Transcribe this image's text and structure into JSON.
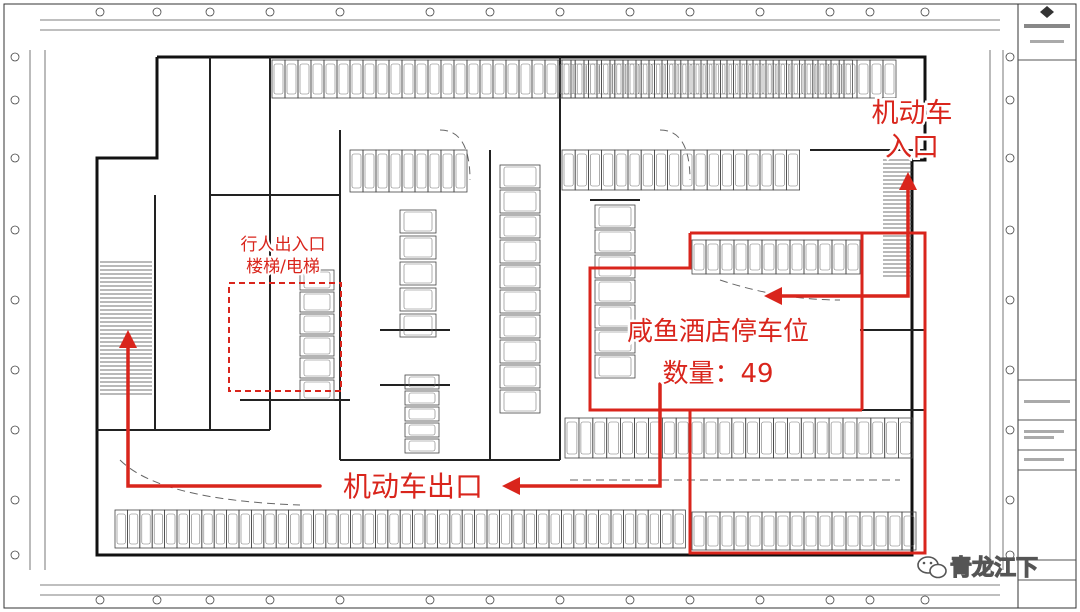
{
  "annotations": {
    "entrance": "机动车\n入口",
    "pedestrian": "行人出入口\n楼梯/电梯",
    "hotel_parking": "咸鱼酒店停车位\n数量：49",
    "exit": "机动车出口"
  },
  "watermark": {
    "text": "青龙江下",
    "icon": "wechat-icon"
  },
  "colors": {
    "annotation": "#d9251c",
    "linework": "#2a2a2a",
    "background": "#ffffff"
  }
}
